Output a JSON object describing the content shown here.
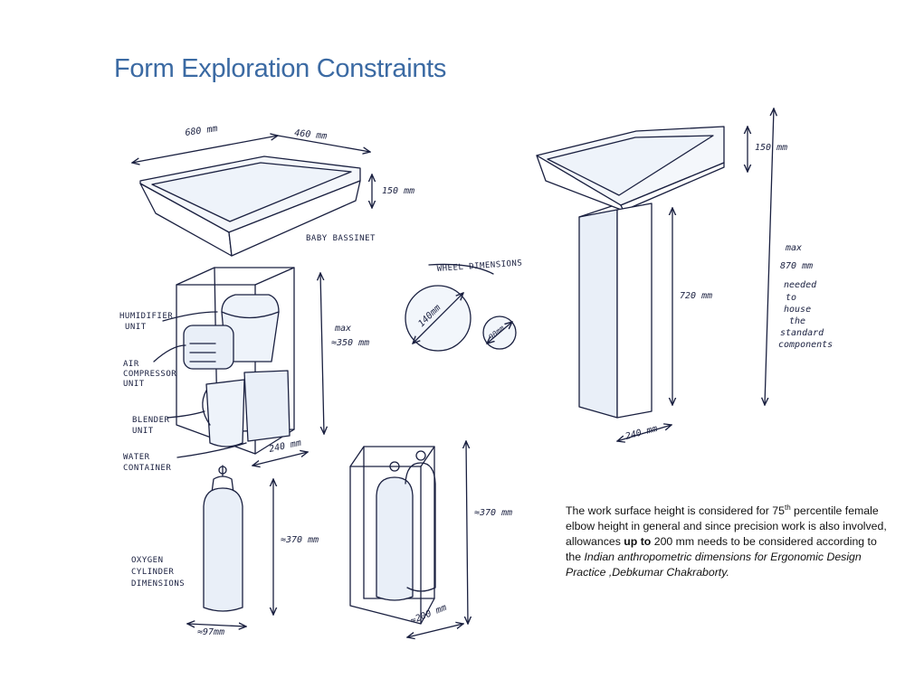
{
  "title": "Form Exploration Constraints",
  "colors": {
    "title": "#3b6aa3",
    "ink": "#1a2040",
    "tint": "#e9eff8"
  },
  "labels": {
    "bassinet_len": "680 mm",
    "bassinet_wid": "460 mm",
    "bassinet_height": "150 mm",
    "bassinet_name": "BABY BASSINET",
    "wheel_title": "WHEEL DIMENSIONS",
    "wheel_big": "140mm",
    "wheel_small": "90mm",
    "humidifier_1": "HUMIDIFIER",
    "humidifier_2": "UNIT",
    "compressor_1": "AIR",
    "compressor_2": "COMPRESSOR",
    "compressor_3": "UNIT",
    "blender_1": "BLENDER",
    "blender_2": "UNIT",
    "water_1": "WATER",
    "water_2": "CONTAINER",
    "box_max": "max",
    "box_height": "≈350 mm",
    "box_width": "240 mm",
    "cylinder_height": "≈370 mm",
    "cylinder_width": "≈97mm",
    "oxygen_1": "OXYGEN",
    "oxygen_2": "CYLINDER",
    "oxygen_3": "DIMENSIONS",
    "pair_height": "≈370 mm",
    "pair_width": "≈200 mm",
    "ped_top": "150 mm",
    "ped_column": "720 mm",
    "ped_width": "240 mm",
    "ped_max": "max",
    "ped_total": "870 mm",
    "ped_note_1": "needed",
    "ped_note_2": "to",
    "ped_note_3": "house",
    "ped_note_4": "the",
    "ped_note_5": "standard",
    "ped_note_6": "components"
  },
  "note": {
    "p1": "The  work surface height  is considered for 75",
    "sup": "th",
    "p2": " percentile female  elbow height in general and since precision work is also involved, allowances ",
    "bold": "up to",
    "p3": "  200 mm needs to be considered according to the ",
    "italic": "Indian anthropometric dimensions for Ergonomic Design Practice ,Debkumar Chakraborty."
  }
}
